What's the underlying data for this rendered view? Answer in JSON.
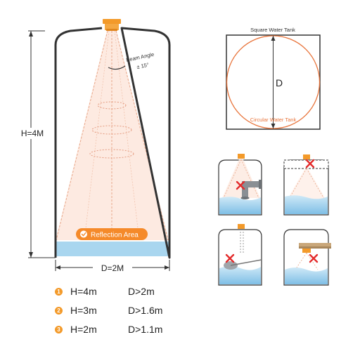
{
  "tank": {
    "height_label": "H=4M",
    "diameter_label": "D=2M",
    "beam_angle_title": "Beam Angle",
    "beam_angle_value": "± 15°",
    "reflection_label": "Reflection Area"
  },
  "comparison": {
    "square_label": "Square Water Tank",
    "circular_label": "Circular Water Tank",
    "diameter_symbol": "D"
  },
  "specs": [
    {
      "num": "1",
      "h": "H=4m",
      "d": "D>2m"
    },
    {
      "num": "2",
      "h": "H=3m",
      "d": "D>1.6m"
    },
    {
      "num": "3",
      "h": "H=2m",
      "d": "D>1.1m"
    }
  ],
  "colors": {
    "sensor": "#f39a2a",
    "beam_fill": "#fde3d6",
    "beam_line": "#e8a88b",
    "water": "#a9d6ef",
    "tank_outline": "#333333",
    "circle": "#e8743b",
    "badge": "#f58a2a"
  },
  "icons": [
    "check-icon",
    "cross-icon",
    "cross-icon",
    "cross-icon",
    "cross-icon"
  ]
}
